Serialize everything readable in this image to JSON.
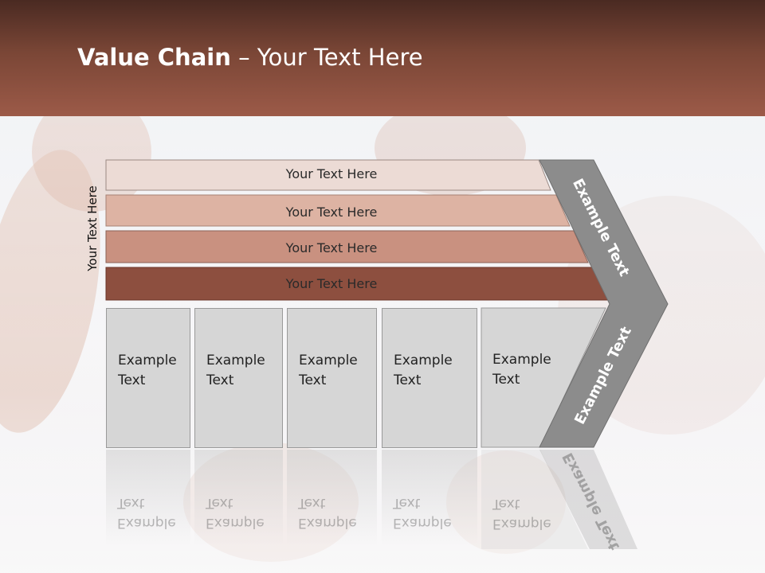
{
  "title": {
    "bold": "Value Chain",
    "rest": " – Your Text Here"
  },
  "side_label": "Your Text Here",
  "bars": [
    {
      "label": "Your Text Here",
      "color": "#ecdbd5"
    },
    {
      "label": "Your Text Here",
      "color": "#ddb3a3"
    },
    {
      "label": "Your Text Here",
      "color": "#c99180"
    },
    {
      "label": "Your Text Here",
      "color": "#8d4f3f"
    }
  ],
  "boxes": [
    {
      "line1": "Example",
      "line2": "Text"
    },
    {
      "line1": "Example",
      "line2": "Text"
    },
    {
      "line1": "Example",
      "line2": "Text"
    },
    {
      "line1": "Example",
      "line2": "Text"
    },
    {
      "line1": "Example",
      "line2": "Text"
    }
  ],
  "chevron": {
    "upper_label": "Example Text",
    "lower_label": "Example Text",
    "color": "#8c8c8c",
    "reflection_label": "Example Text"
  }
}
